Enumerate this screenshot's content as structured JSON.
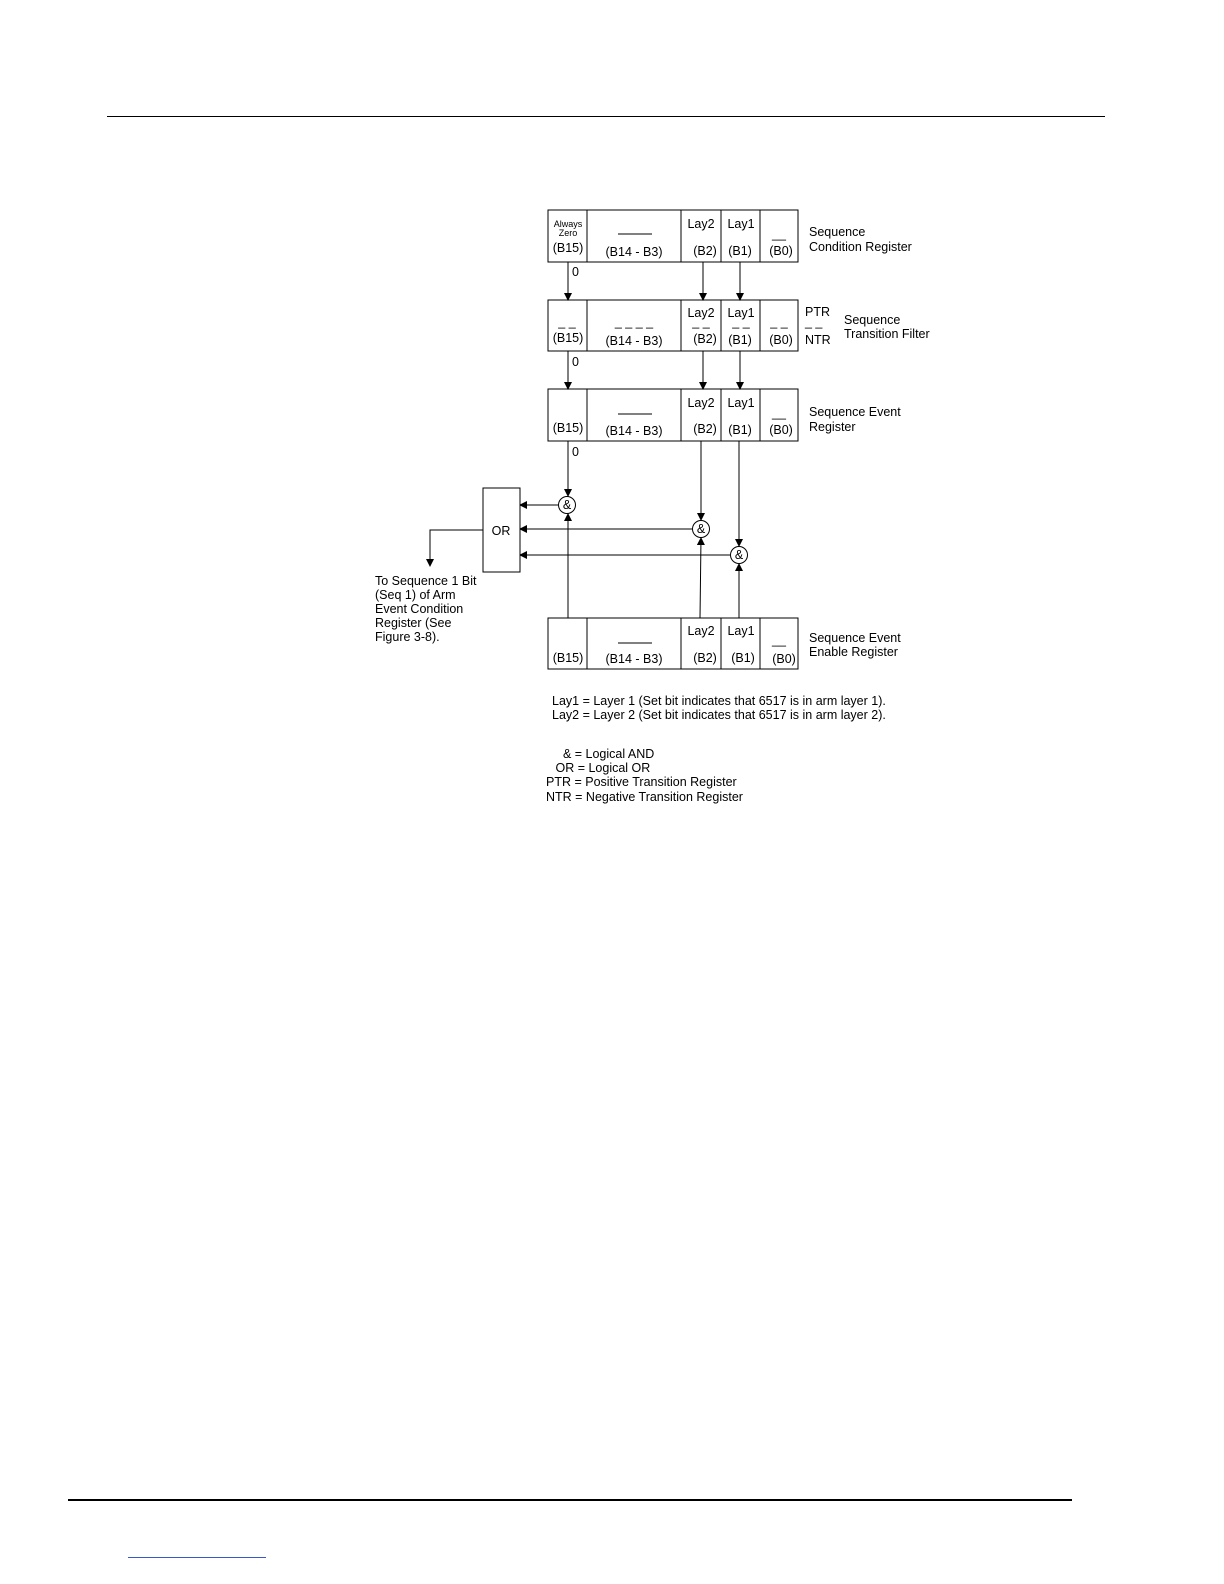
{
  "registers": {
    "condition": {
      "name_line1": "Sequence",
      "name_line2": "Condition Register",
      "b15_top_line1": "Always",
      "b15_top_line2": "Zero",
      "b15": "(B15)",
      "b14_b3": "(B14 - B3)",
      "b2_top": "Lay2",
      "b2": "(B2)",
      "b1_top": "Lay1",
      "b1": "(B1)",
      "b0_top": "__",
      "b0": "(B0)",
      "zero_label": "0"
    },
    "transition_filter": {
      "name_line1": "Sequence",
      "name_line2": "Transition Filter",
      "ptr": "PTR",
      "ntr": "NTR",
      "b15_top": "_ _",
      "b14_b3_top": "_ _ _ _",
      "b15": "(B15)",
      "b14_b3": "(B14 - B3)",
      "b2_top": "Lay2",
      "b2": "(B2)",
      "b1_top": "Lay1",
      "b1": "(B1)",
      "b0_top": "_ _",
      "b0": "(B0)",
      "zero_label": "0"
    },
    "event": {
      "name_line1": "Sequence Event",
      "name_line2": "Register",
      "b15": "(B15)",
      "b14_b3": "(B14 - B3)",
      "b2_top": "Lay2",
      "b2": "(B2)",
      "b1_top": "Lay1",
      "b1": "(B1)",
      "b0_top": "__",
      "b0": "(B0)",
      "zero_label": "0"
    },
    "enable": {
      "name_line1": "Sequence Event",
      "name_line2": "Enable Register",
      "b15": "(B15)",
      "b14_b3": "(B14 - B3)",
      "b2_top": "Lay2",
      "b2": "(B2)",
      "b1_top": "Lay1",
      "b1": "(B1)",
      "b0_top": "__",
      "b0": "(B0)"
    }
  },
  "gates": {
    "and_symbol": "&",
    "or_label": "OR"
  },
  "output_note": [
    "To Sequence 1 Bit",
    "(Seq 1) of Arm",
    "Event Condition",
    "Register (See",
    "Figure 3-8)."
  ],
  "notes": [
    "Lay1 = Layer 1 (Set bit indicates that 6517 is in arm layer 1).",
    "Lay2 = Layer 2 (Set bit indicates that 6517 is in arm layer 2)."
  ],
  "legend": [
    "  & = Logical AND",
    " OR = Logical OR",
    "PTR = Positive Transition Register",
    "NTR = Negative Transition Register"
  ]
}
